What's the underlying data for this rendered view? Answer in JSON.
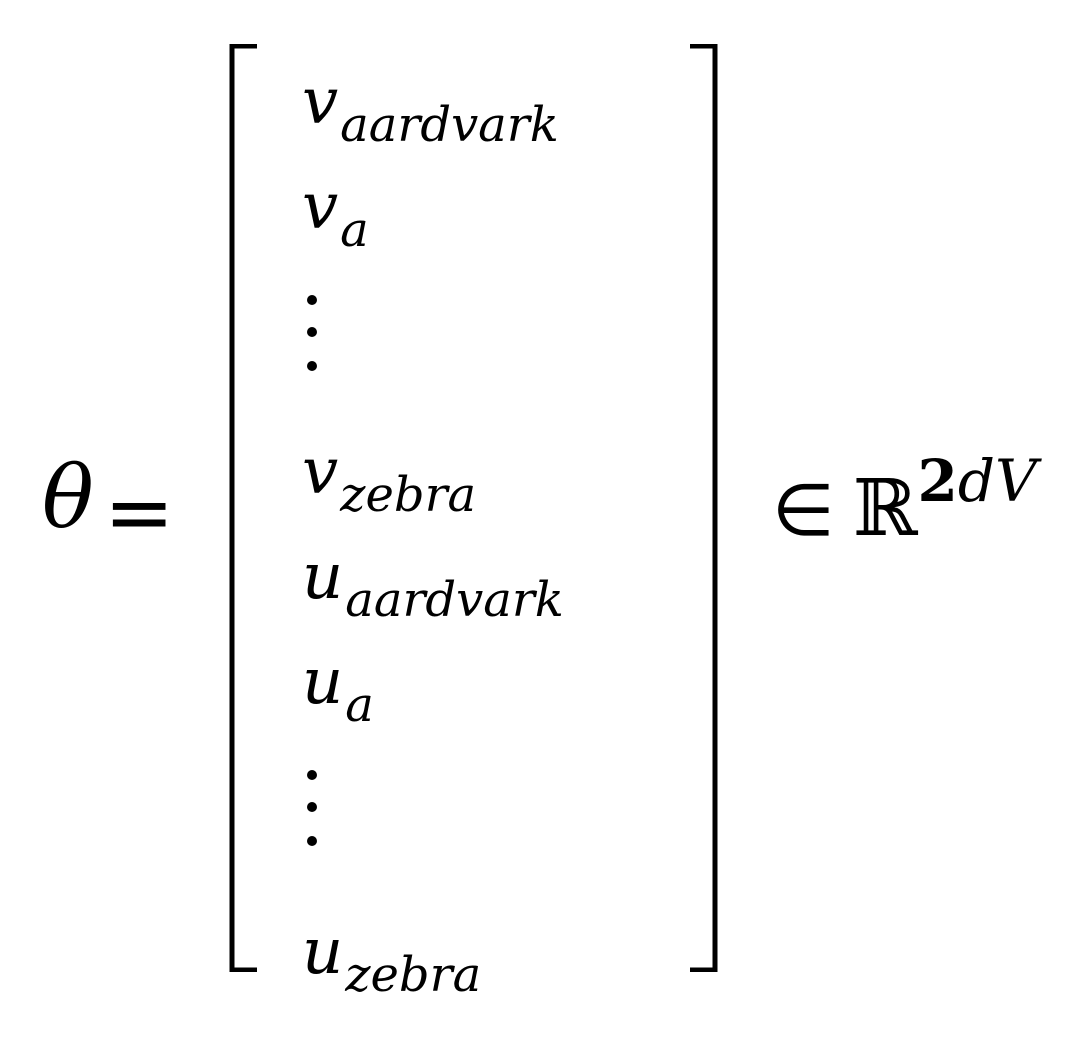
{
  "equation": {
    "lhs_symbol": "θ",
    "equals": "=",
    "entries": [
      {
        "base": "v",
        "sub": "aardvark"
      },
      {
        "base": "v",
        "sub": "a"
      },
      {
        "base": "u",
        "sub": "zebra"
      }
    ],
    "vector_rows": [
      {
        "kind": "entry",
        "base": "v",
        "sub": "aardvark"
      },
      {
        "kind": "entry",
        "base": "v",
        "sub": "a"
      },
      {
        "kind": "vdots"
      },
      {
        "kind": "entry",
        "base": "v",
        "sub": "zebra"
      },
      {
        "kind": "entry",
        "base": "u",
        "sub": "aardvark"
      },
      {
        "kind": "entry",
        "base": "u",
        "sub": "a"
      },
      {
        "kind": "vdots"
      },
      {
        "kind": "entry",
        "base": "u",
        "sub": "zebra"
      }
    ],
    "in_symbol": "∈",
    "space_symbol": "ℝ",
    "exponent_number": "2",
    "exponent_vars": "dV"
  }
}
